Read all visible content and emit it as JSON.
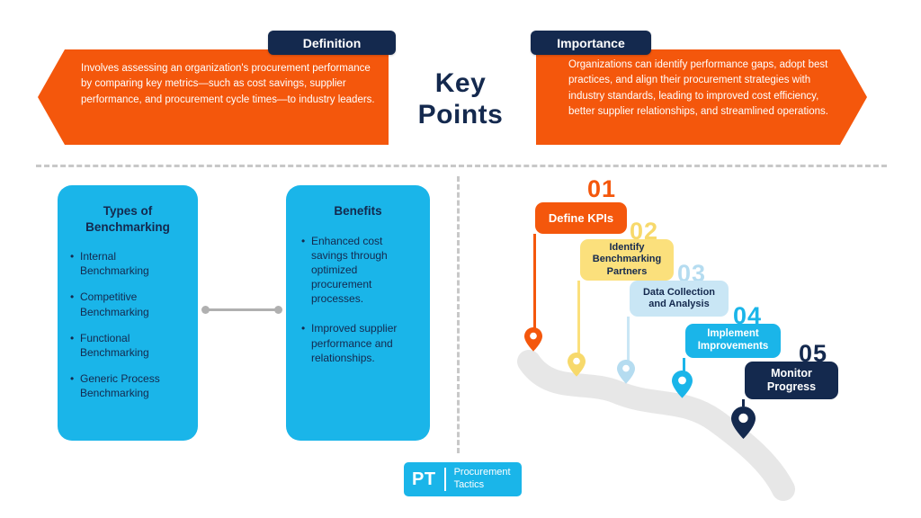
{
  "title": "Key Points",
  "banners": {
    "definition": {
      "label": "Definition",
      "text": "Involves assessing an organization's procurement performance by comparing key metrics—such as cost savings, supplier performance, and procurement cycle times—to industry leaders."
    },
    "importance": {
      "label": "Importance",
      "text": "Organizations can identify performance gaps, adopt best practices, and align their procurement strategies with industry standards, leading to improved cost efficiency, better supplier relationships, and streamlined operations."
    }
  },
  "cards": {
    "types": {
      "title": "Types of Benchmarking",
      "items": [
        "Internal Benchmarking",
        "Competitive Benchmarking",
        "Functional Benchmarking",
        "Generic Process Benchmarking"
      ]
    },
    "benefits": {
      "title": "Benefits",
      "items": [
        "Enhanced cost savings through optimized procurement processes.",
        "Improved supplier performance and relationships."
      ]
    }
  },
  "roadmap": {
    "steps": [
      {
        "number": "01",
        "label": "Define KPIs",
        "color": "#F4570C"
      },
      {
        "number": "02",
        "label": "Identify Benchmarking Partners",
        "color": "#FBE07C"
      },
      {
        "number": "03",
        "label": "Data Collection and Analysis",
        "color": "#C9E6F5"
      },
      {
        "number": "04",
        "label": "Implement Improvements",
        "color": "#1AB5E9"
      },
      {
        "number": "05",
        "label": "Monitor Progress",
        "color": "#14294E"
      }
    ]
  },
  "logo": {
    "initials": "PT",
    "line1": "Procurement",
    "line2": "Tactics"
  },
  "colors": {
    "orange": "#F4570C",
    "navy": "#14294E",
    "cyan": "#1AB5E9",
    "yellow": "#FBE07C",
    "light_blue": "#C9E6F5",
    "road_gray": "#E7E7E7"
  }
}
